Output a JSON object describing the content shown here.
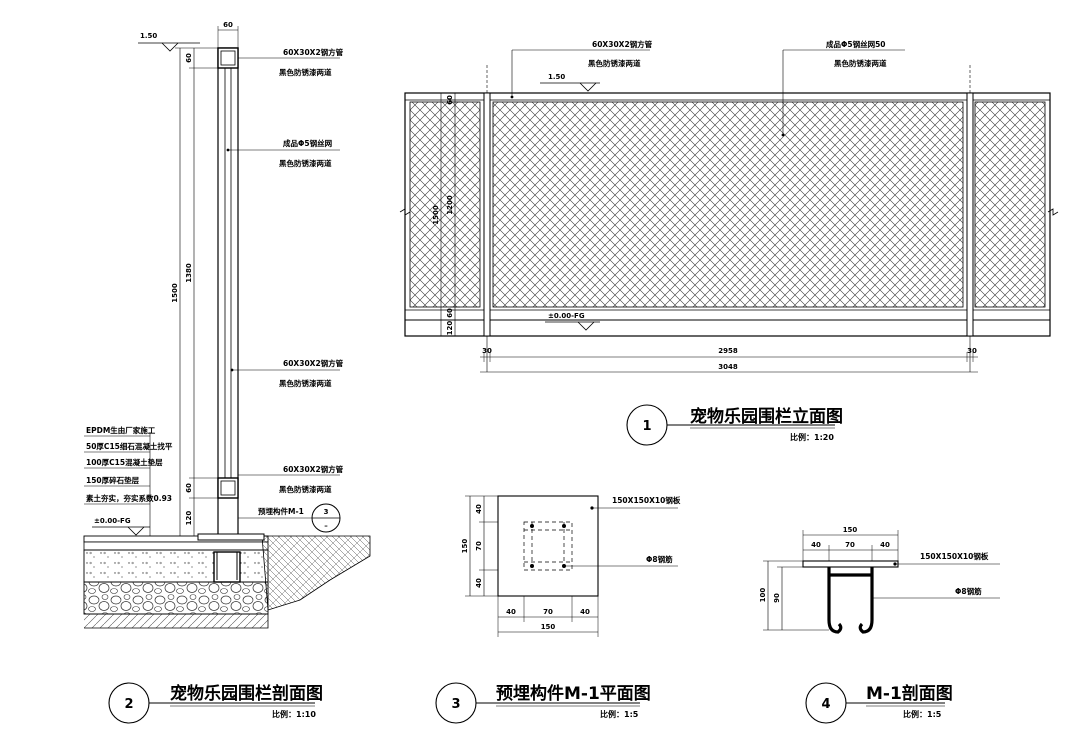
{
  "drawings": {
    "d1": {
      "number": "1",
      "title": "宠物乐园围栏立面图",
      "scale": "比例：1:20"
    },
    "d2": {
      "number": "2",
      "title": "宠物乐园围栏剖面图",
      "scale": "比例：1:10"
    },
    "d3": {
      "number": "3",
      "title": "预埋构件M-1平面图",
      "scale": "比例：1:5"
    },
    "d4": {
      "number": "4",
      "title": "M-1剖面图",
      "scale": "比例：1:5"
    }
  },
  "elevation": {
    "top_tube_label": [
      "60X30X2钢方管",
      "黑色防锈漆两道"
    ],
    "mesh_label": [
      "成品Φ5钢丝网50",
      "黑色防锈漆两道"
    ],
    "level_top": "1.50",
    "level_ground": "±0.00-FG",
    "dims": {
      "h_60": "60",
      "h_1200": "1200",
      "h_1500": "1500",
      "h_120": "120",
      "h_left_60": "60",
      "post_30a": "30",
      "post_30b": "30",
      "span_2958": "2958",
      "span_3048": "3048"
    }
  },
  "section": {
    "post_width": "60",
    "level_top": "1.50",
    "level_ground": "±0.00-FG",
    "top_tube_label": [
      "60X30X2钢方管",
      "黑色防锈漆两道"
    ],
    "mesh_label": [
      "成品Φ5钢丝网",
      "黑色防锈漆两道"
    ],
    "mid_tube_label": [
      "60X30X2钢方管",
      "黑色防锈漆两道"
    ],
    "bottom_tube_label": [
      "60X30X2钢方管",
      "黑色防锈漆两道"
    ],
    "embed_label": "预埋构件M-1",
    "callout_num": "3",
    "callout_sub": "–",
    "layers": [
      "EPDM生由厂家施工",
      "50厚C15细石混凝土找平",
      "100厚C15混凝土垫层",
      "150厚碎石垫层",
      "素土夯实，夯实系数0.93"
    ],
    "dims": {
      "h_60a": "60",
      "h_1380": "1380",
      "h_1500": "1500",
      "h_60b": "60",
      "h_120": "120"
    }
  },
  "plan_m1": {
    "plate_label": "150X150X10钢板",
    "bar_label": "Φ8钢筋",
    "dims": {
      "v_40a": "40",
      "v_70": "70",
      "v_40b": "40",
      "v_150": "150",
      "h_40a": "40",
      "h_70": "70",
      "h_40b": "40",
      "h_150": "150"
    }
  },
  "section_m1": {
    "plate_label": "150X150X10钢板",
    "bar_label": "Φ8钢筋",
    "dims": {
      "top_150": "150",
      "top_40a": "40",
      "top_70": "70",
      "top_40b": "40",
      "v_100": "100",
      "v_90": "90"
    }
  }
}
